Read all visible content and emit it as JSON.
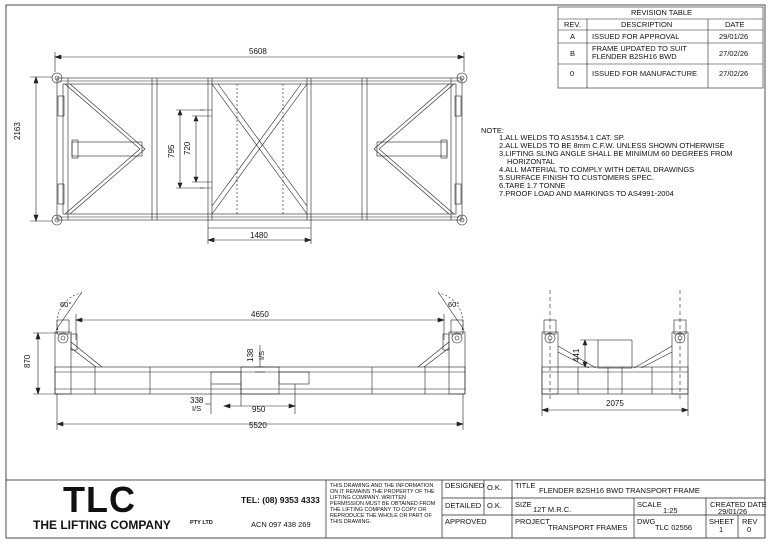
{
  "revision_table": {
    "title": "REVISION TABLE",
    "headers": {
      "rev": "REV.",
      "description": "DESCRIPTION",
      "date": "DATE"
    },
    "rows": [
      {
        "rev": "A",
        "description": "ISSUED FOR APPROVAL",
        "date": "29/01/26"
      },
      {
        "rev": "B",
        "description": "FRAME UPDATED TO SUIT FLENDER B2SH16 BWD",
        "date": "27/02/26"
      },
      {
        "rev": "0",
        "description": "ISSUED FOR MANUFACTURE",
        "date": "27/02/26"
      }
    ]
  },
  "notes": {
    "heading": "NOTE:",
    "items": [
      "1.ALL WELDS TO AS1554.1 CAT. SP.",
      "2.ALL WELDS TO BE 8mm C.F.W. UNLESS SHOWN OTHERWISE",
      "3.LIFTING SLING ANGLE SHALL BE MINIMUM 60 DEGREES FROM",
      "HORIZONTAL",
      "4.ALL MATERIAL TO COMPLY WITH DETAIL DRAWINGS",
      "5.SURFACE FINISH TO CUSTOMERS SPEC.",
      "6.TARE 1.7 TONNE",
      "7.PROOF LOAD AND MARKINGS TO AS4991-2004"
    ]
  },
  "dimensions": {
    "plan_width": "5608",
    "plan_height": "2163",
    "plan_inner_795": "795",
    "plan_inner_720": "720",
    "plan_bottom": "1480",
    "side_top": "4650",
    "side_height": "870",
    "side_138": "138",
    "side_is": "I/S",
    "side_338": "338",
    "side_338_is": "I/S",
    "side_950": "950",
    "side_overall": "5520",
    "angle_left": "60°",
    "angle_right": "60°",
    "end_441": "441",
    "end_width": "2075"
  },
  "title_block": {
    "logo": "TLC",
    "company": "THE LIFTING COMPANY",
    "pty": "PTY LTD",
    "tel": "TEL: (08) 9353 4333",
    "acn": "ACN 097 438 269",
    "disclaimer": "THIS DRAWING AND THE INFORMATION ON IT REMAINS THE PROPERTY OF THE LIFTING COMPANY. WRITTEN PERMISSION MUST BE OBTAINED FROM THE LIFTING COMPANY TO COPY OR REPRODUCE THE WHOLE OR PART OF THIS DRAWING.",
    "designed_label": "DESIGNED",
    "designed_value": "O.K.",
    "detailed_label": "DETAILED",
    "detailed_value": "O.K.",
    "approved_label": "APPROVED",
    "title_label": "TITLE",
    "title_value": "FLENDER B2SH16 BWD TRANSPORT FRAME",
    "size_label": "SIZE",
    "size_value": "12T M.R.C.",
    "scale_label": "SCALE",
    "scale_value": "1:25",
    "created_label": "CREATED DATE",
    "created_value": "29/01/26",
    "project_label": "PROJECT",
    "project_value": "TRANSPORT FRAMES",
    "dwg_label": "DWG",
    "dwg_value": "TLC 02556",
    "sheet_label": "SHEET",
    "sheet_value": "1",
    "rev_label": "REV",
    "rev_value": "0"
  }
}
